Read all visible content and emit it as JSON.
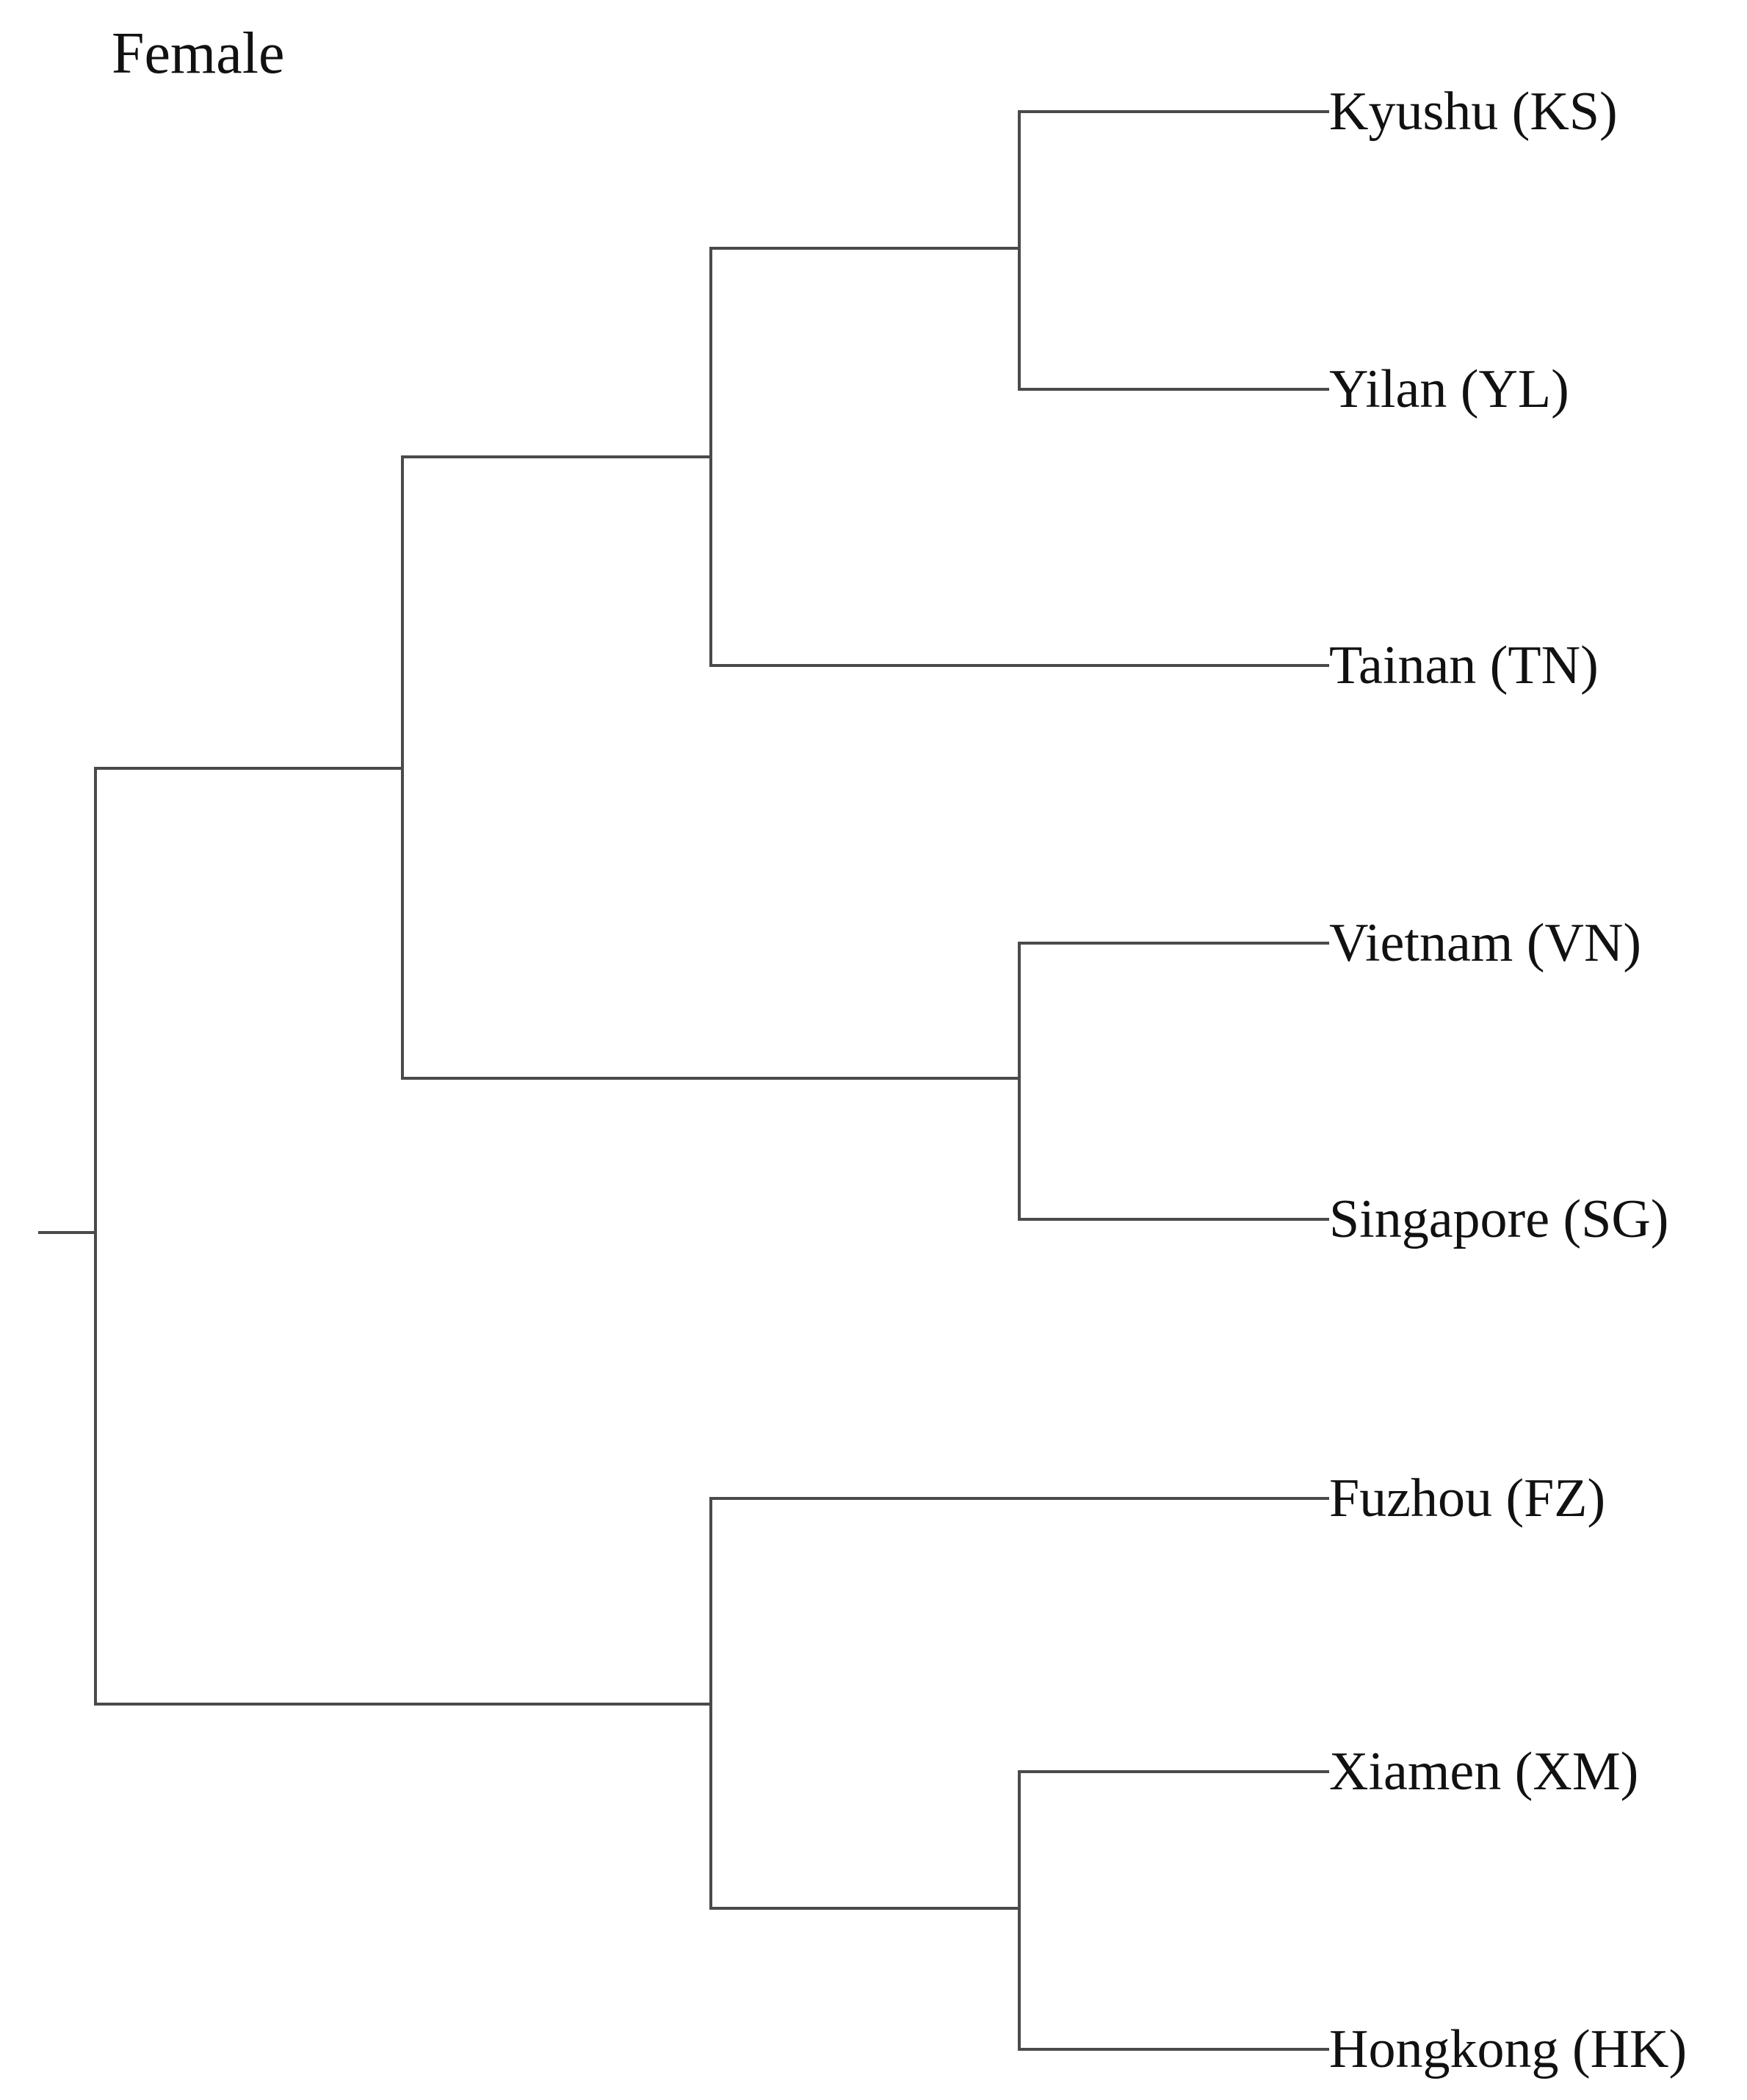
{
  "title": "Female",
  "colors": {
    "branch": "#4a4a4a",
    "text": "#111111",
    "background": "#ffffff"
  },
  "tree": {
    "leaves": [
      {
        "id": "KS",
        "label": "Kyushu (KS)"
      },
      {
        "id": "YL",
        "label": "Yilan (YL)"
      },
      {
        "id": "TN",
        "label": "Tainan (TN)"
      },
      {
        "id": "VN",
        "label": "Vietnam (VN)"
      },
      {
        "id": "SG",
        "label": "Singapore (SG)"
      },
      {
        "id": "FZ",
        "label": "Fuzhou (FZ)"
      },
      {
        "id": "XM",
        "label": "Xiamen (XM)"
      },
      {
        "id": "HK",
        "label": "Hongkong (HK)"
      }
    ],
    "clusters": "(((KS,YL),TN),(VN,SG)),(FZ,(XM,HK))"
  }
}
